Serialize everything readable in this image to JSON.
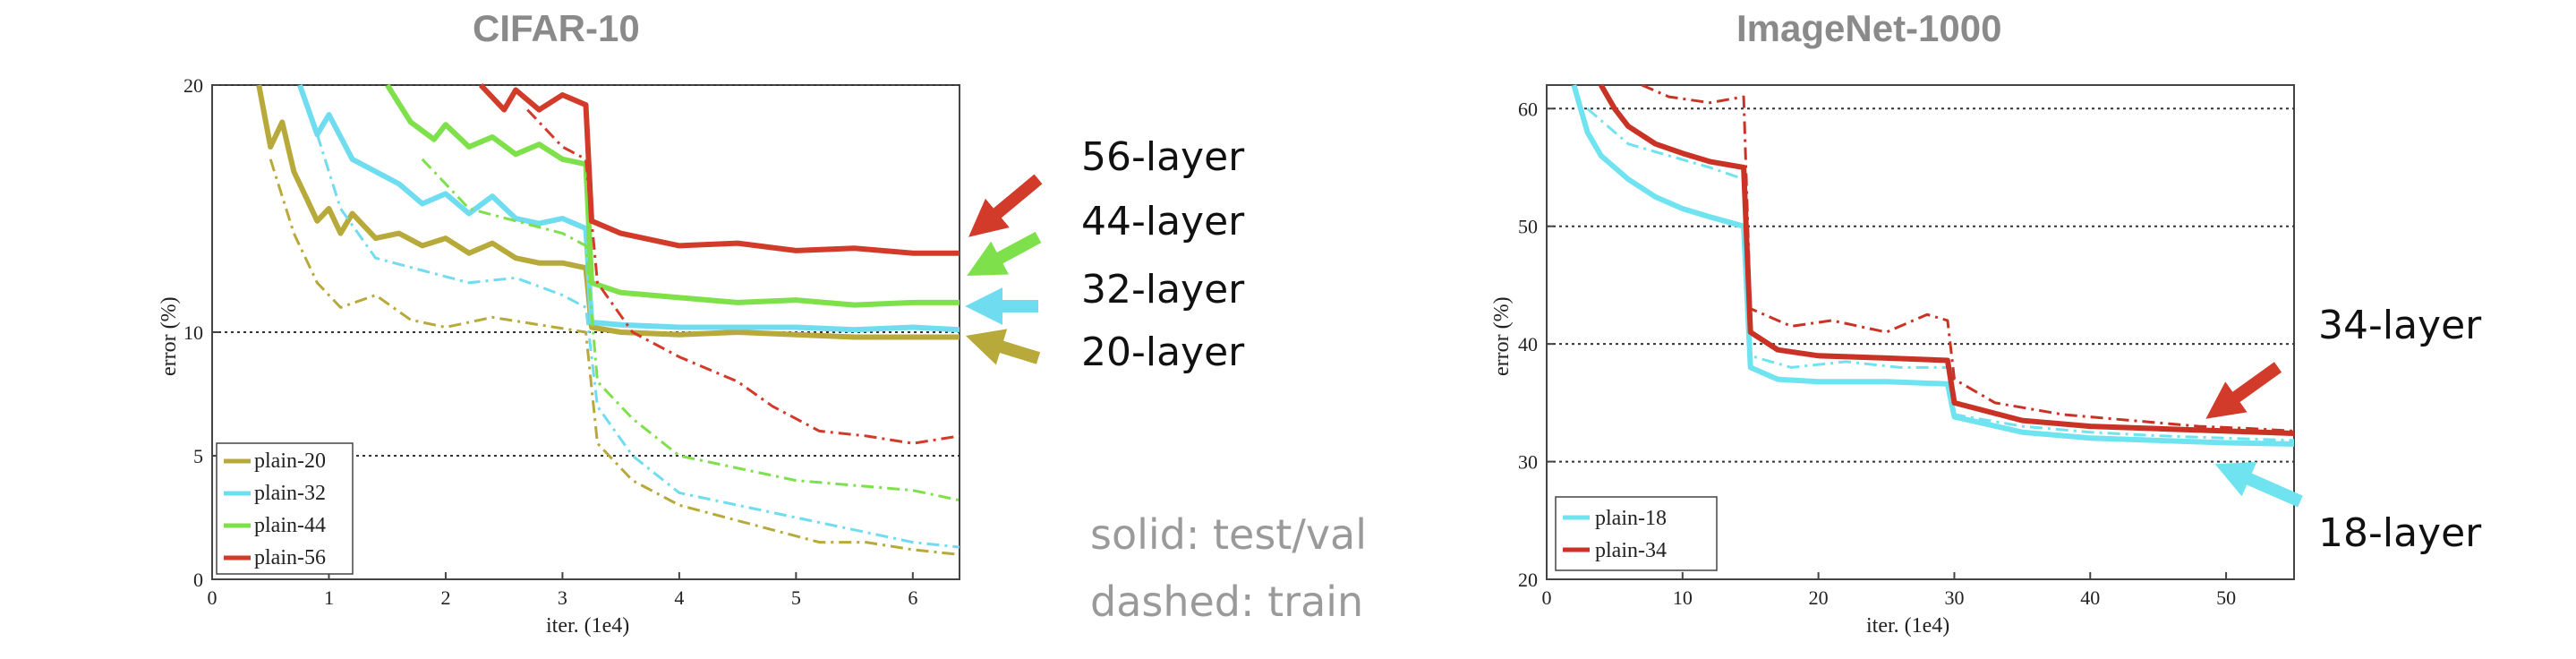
{
  "chart_data": [
    {
      "type": "line",
      "title": "CIFAR-10",
      "xlabel": "iter. (1e4)",
      "ylabel": "error (%)",
      "xlim": [
        0,
        6.4
      ],
      "ylim": [
        0,
        20
      ],
      "xticks": [
        "0",
        "1",
        "2",
        "3",
        "4",
        "5",
        "6"
      ],
      "yticks": [
        "0",
        "5",
        "10",
        "20"
      ],
      "legend_position": "bottom-left",
      "series": [
        {
          "name": "plain-20",
          "color": "#b7a93a",
          "test": [
            [
              0.4,
              20
            ],
            [
              0.5,
              17.5
            ],
            [
              0.6,
              18.5
            ],
            [
              0.7,
              16.5
            ],
            [
              0.8,
              15.5
            ],
            [
              0.9,
              14.5
            ],
            [
              1.0,
              15
            ],
            [
              1.1,
              14
            ],
            [
              1.2,
              14.8
            ],
            [
              1.4,
              13.8
            ],
            [
              1.6,
              14
            ],
            [
              1.8,
              13.5
            ],
            [
              2.0,
              13.8
            ],
            [
              2.2,
              13.2
            ],
            [
              2.4,
              13.6
            ],
            [
              2.6,
              13
            ],
            [
              2.8,
              12.8
            ],
            [
              3.0,
              12.8
            ],
            [
              3.2,
              12.6
            ],
            [
              3.25,
              10.2
            ],
            [
              3.5,
              10
            ],
            [
              4.0,
              9.9
            ],
            [
              4.5,
              10
            ],
            [
              5.0,
              9.9
            ],
            [
              5.5,
              9.8
            ],
            [
              6.0,
              9.8
            ],
            [
              6.4,
              9.8
            ]
          ],
          "train": [
            [
              0.5,
              17
            ],
            [
              0.7,
              14
            ],
            [
              0.9,
              12
            ],
            [
              1.1,
              11
            ],
            [
              1.4,
              11.5
            ],
            [
              1.7,
              10.5
            ],
            [
              2.0,
              10.2
            ],
            [
              2.4,
              10.6
            ],
            [
              2.8,
              10.3
            ],
            [
              3.2,
              10
            ],
            [
              3.3,
              5.5
            ],
            [
              3.6,
              4
            ],
            [
              4.0,
              3
            ],
            [
              4.4,
              2.5
            ],
            [
              4.8,
              2
            ],
            [
              5.2,
              1.5
            ],
            [
              5.6,
              1.5
            ],
            [
              6.0,
              1.2
            ],
            [
              6.4,
              1
            ]
          ]
        },
        {
          "name": "plain-32",
          "color": "#6fdcef",
          "test": [
            [
              0.75,
              20
            ],
            [
              0.9,
              18
            ],
            [
              1.0,
              18.8
            ],
            [
              1.2,
              17
            ],
            [
              1.4,
              16.5
            ],
            [
              1.6,
              16
            ],
            [
              1.8,
              15.2
            ],
            [
              2.0,
              15.6
            ],
            [
              2.2,
              14.8
            ],
            [
              2.4,
              15.5
            ],
            [
              2.6,
              14.6
            ],
            [
              2.8,
              14.4
            ],
            [
              3.0,
              14.6
            ],
            [
              3.2,
              14.2
            ],
            [
              3.25,
              10.4
            ],
            [
              3.5,
              10.3
            ],
            [
              4.0,
              10.2
            ],
            [
              4.5,
              10.2
            ],
            [
              5.0,
              10.2
            ],
            [
              5.5,
              10.1
            ],
            [
              6.0,
              10.2
            ],
            [
              6.4,
              10.1
            ]
          ],
          "train": [
            [
              0.9,
              18
            ],
            [
              1.1,
              15
            ],
            [
              1.4,
              13
            ],
            [
              1.8,
              12.5
            ],
            [
              2.2,
              12
            ],
            [
              2.6,
              12.2
            ],
            [
              3.0,
              11.5
            ],
            [
              3.2,
              11
            ],
            [
              3.3,
              7
            ],
            [
              3.6,
              5
            ],
            [
              4.0,
              3.5
            ],
            [
              4.5,
              3
            ],
            [
              5.0,
              2.5
            ],
            [
              5.5,
              2
            ],
            [
              6.0,
              1.5
            ],
            [
              6.4,
              1.3
            ]
          ]
        },
        {
          "name": "plain-44",
          "color": "#7ee04a",
          "test": [
            [
              1.5,
              20
            ],
            [
              1.7,
              18.5
            ],
            [
              1.9,
              17.8
            ],
            [
              2.0,
              18.4
            ],
            [
              2.2,
              17.5
            ],
            [
              2.4,
              17.9
            ],
            [
              2.6,
              17.2
            ],
            [
              2.8,
              17.6
            ],
            [
              3.0,
              17
            ],
            [
              3.2,
              16.8
            ],
            [
              3.25,
              12
            ],
            [
              3.5,
              11.6
            ],
            [
              4.0,
              11.4
            ],
            [
              4.5,
              11.2
            ],
            [
              5.0,
              11.3
            ],
            [
              5.5,
              11.1
            ],
            [
              6.0,
              11.2
            ],
            [
              6.4,
              11.2
            ]
          ],
          "train": [
            [
              1.8,
              17
            ],
            [
              2.2,
              15
            ],
            [
              2.6,
              14.5
            ],
            [
              3.0,
              14
            ],
            [
              3.2,
              13.5
            ],
            [
              3.3,
              8
            ],
            [
              3.6,
              6.5
            ],
            [
              4.0,
              5
            ],
            [
              4.5,
              4.5
            ],
            [
              5.0,
              4
            ],
            [
              5.5,
              3.8
            ],
            [
              6.0,
              3.6
            ],
            [
              6.4,
              3.2
            ]
          ]
        },
        {
          "name": "plain-56",
          "color": "#d23a2a",
          "test": [
            [
              2.3,
              20
            ],
            [
              2.5,
              19
            ],
            [
              2.6,
              19.8
            ],
            [
              2.8,
              19
            ],
            [
              3.0,
              19.6
            ],
            [
              3.2,
              19.2
            ],
            [
              3.25,
              14.5
            ],
            [
              3.5,
              14
            ],
            [
              4.0,
              13.5
            ],
            [
              4.5,
              13.6
            ],
            [
              5.0,
              13.3
            ],
            [
              5.5,
              13.4
            ],
            [
              6.0,
              13.2
            ],
            [
              6.4,
              13.2
            ]
          ],
          "train": [
            [
              2.7,
              19
            ],
            [
              3.0,
              17.5
            ],
            [
              3.2,
              17
            ],
            [
              3.3,
              12
            ],
            [
              3.6,
              10
            ],
            [
              4.0,
              9
            ],
            [
              4.5,
              8
            ],
            [
              4.8,
              7
            ],
            [
              5.2,
              6
            ],
            [
              5.6,
              5.8
            ],
            [
              6.0,
              5.5
            ],
            [
              6.4,
              5.8
            ]
          ]
        }
      ]
    },
    {
      "type": "line",
      "title": "ImageNet-1000",
      "xlabel": "iter. (1e4)",
      "ylabel": "error (%)",
      "xlim": [
        0,
        55
      ],
      "ylim": [
        20,
        62
      ],
      "xticks": [
        "0",
        "10",
        "20",
        "30",
        "40",
        "50"
      ],
      "yticks": [
        "20",
        "30",
        "40",
        "50",
        "60"
      ],
      "legend_position": "bottom-left",
      "series": [
        {
          "name": "plain-18",
          "color": "#6fe3ef",
          "test": [
            [
              2,
              62
            ],
            [
              3,
              58
            ],
            [
              4,
              56
            ],
            [
              6,
              54
            ],
            [
              8,
              52.5
            ],
            [
              10,
              51.5
            ],
            [
              12,
              50.8
            ],
            [
              14.5,
              50
            ],
            [
              15,
              38
            ],
            [
              17,
              37
            ],
            [
              20,
              36.8
            ],
            [
              25,
              36.8
            ],
            [
              29.5,
              36.6
            ],
            [
              30,
              33.8
            ],
            [
              35,
              32.5
            ],
            [
              40,
              32
            ],
            [
              45,
              31.8
            ],
            [
              50,
              31.6
            ],
            [
              55,
              31.5
            ]
          ],
          "train": [
            [
              3,
              60
            ],
            [
              6,
              57
            ],
            [
              9,
              56
            ],
            [
              12,
              55
            ],
            [
              14.5,
              54
            ],
            [
              15,
              39
            ],
            [
              18,
              38
            ],
            [
              22,
              38.5
            ],
            [
              26,
              38
            ],
            [
              29.5,
              38
            ],
            [
              30,
              34
            ],
            [
              35,
              33
            ],
            [
              40,
              32.5
            ],
            [
              45,
              32.2
            ],
            [
              50,
              32
            ],
            [
              55,
              31.8
            ]
          ]
        },
        {
          "name": "plain-34",
          "color": "#c93325",
          "test": [
            [
              4,
              62
            ],
            [
              5,
              60
            ],
            [
              6,
              58.5
            ],
            [
              8,
              57
            ],
            [
              10,
              56.2
            ],
            [
              12,
              55.5
            ],
            [
              14.5,
              55
            ],
            [
              15,
              41
            ],
            [
              17,
              39.5
            ],
            [
              20,
              39
            ],
            [
              25,
              38.8
            ],
            [
              29.5,
              38.6
            ],
            [
              30,
              35
            ],
            [
              35,
              33.5
            ],
            [
              40,
              33
            ],
            [
              45,
              32.8
            ],
            [
              50,
              32.6
            ],
            [
              55,
              32.4
            ]
          ],
          "train": [
            [
              7,
              62
            ],
            [
              9,
              61
            ],
            [
              12,
              60.5
            ],
            [
              14.5,
              61
            ],
            [
              15,
              43
            ],
            [
              18,
              41.5
            ],
            [
              21,
              42
            ],
            [
              25,
              41
            ],
            [
              28,
              42.5
            ],
            [
              29.5,
              42
            ],
            [
              30,
              37
            ],
            [
              33,
              35
            ],
            [
              38,
              34
            ],
            [
              43,
              33.5
            ],
            [
              48,
              33
            ],
            [
              52,
              32.8
            ],
            [
              55,
              32.6
            ]
          ]
        }
      ]
    }
  ],
  "labels": {
    "layers_left": [
      "56-layer",
      "44-layer",
      "32-layer",
      "20-layer"
    ],
    "layers_right": [
      "34-layer",
      "18-layer"
    ],
    "note_solid": "solid: test/val",
    "note_dashed": "dashed: train"
  },
  "colors": {
    "arrow_56": "#d23a2a",
    "arrow_44": "#7ee04a",
    "arrow_32": "#6fdcef",
    "arrow_20": "#b7a93a",
    "arrow_34": "#d23a2a",
    "arrow_18": "#6fe3ef"
  }
}
